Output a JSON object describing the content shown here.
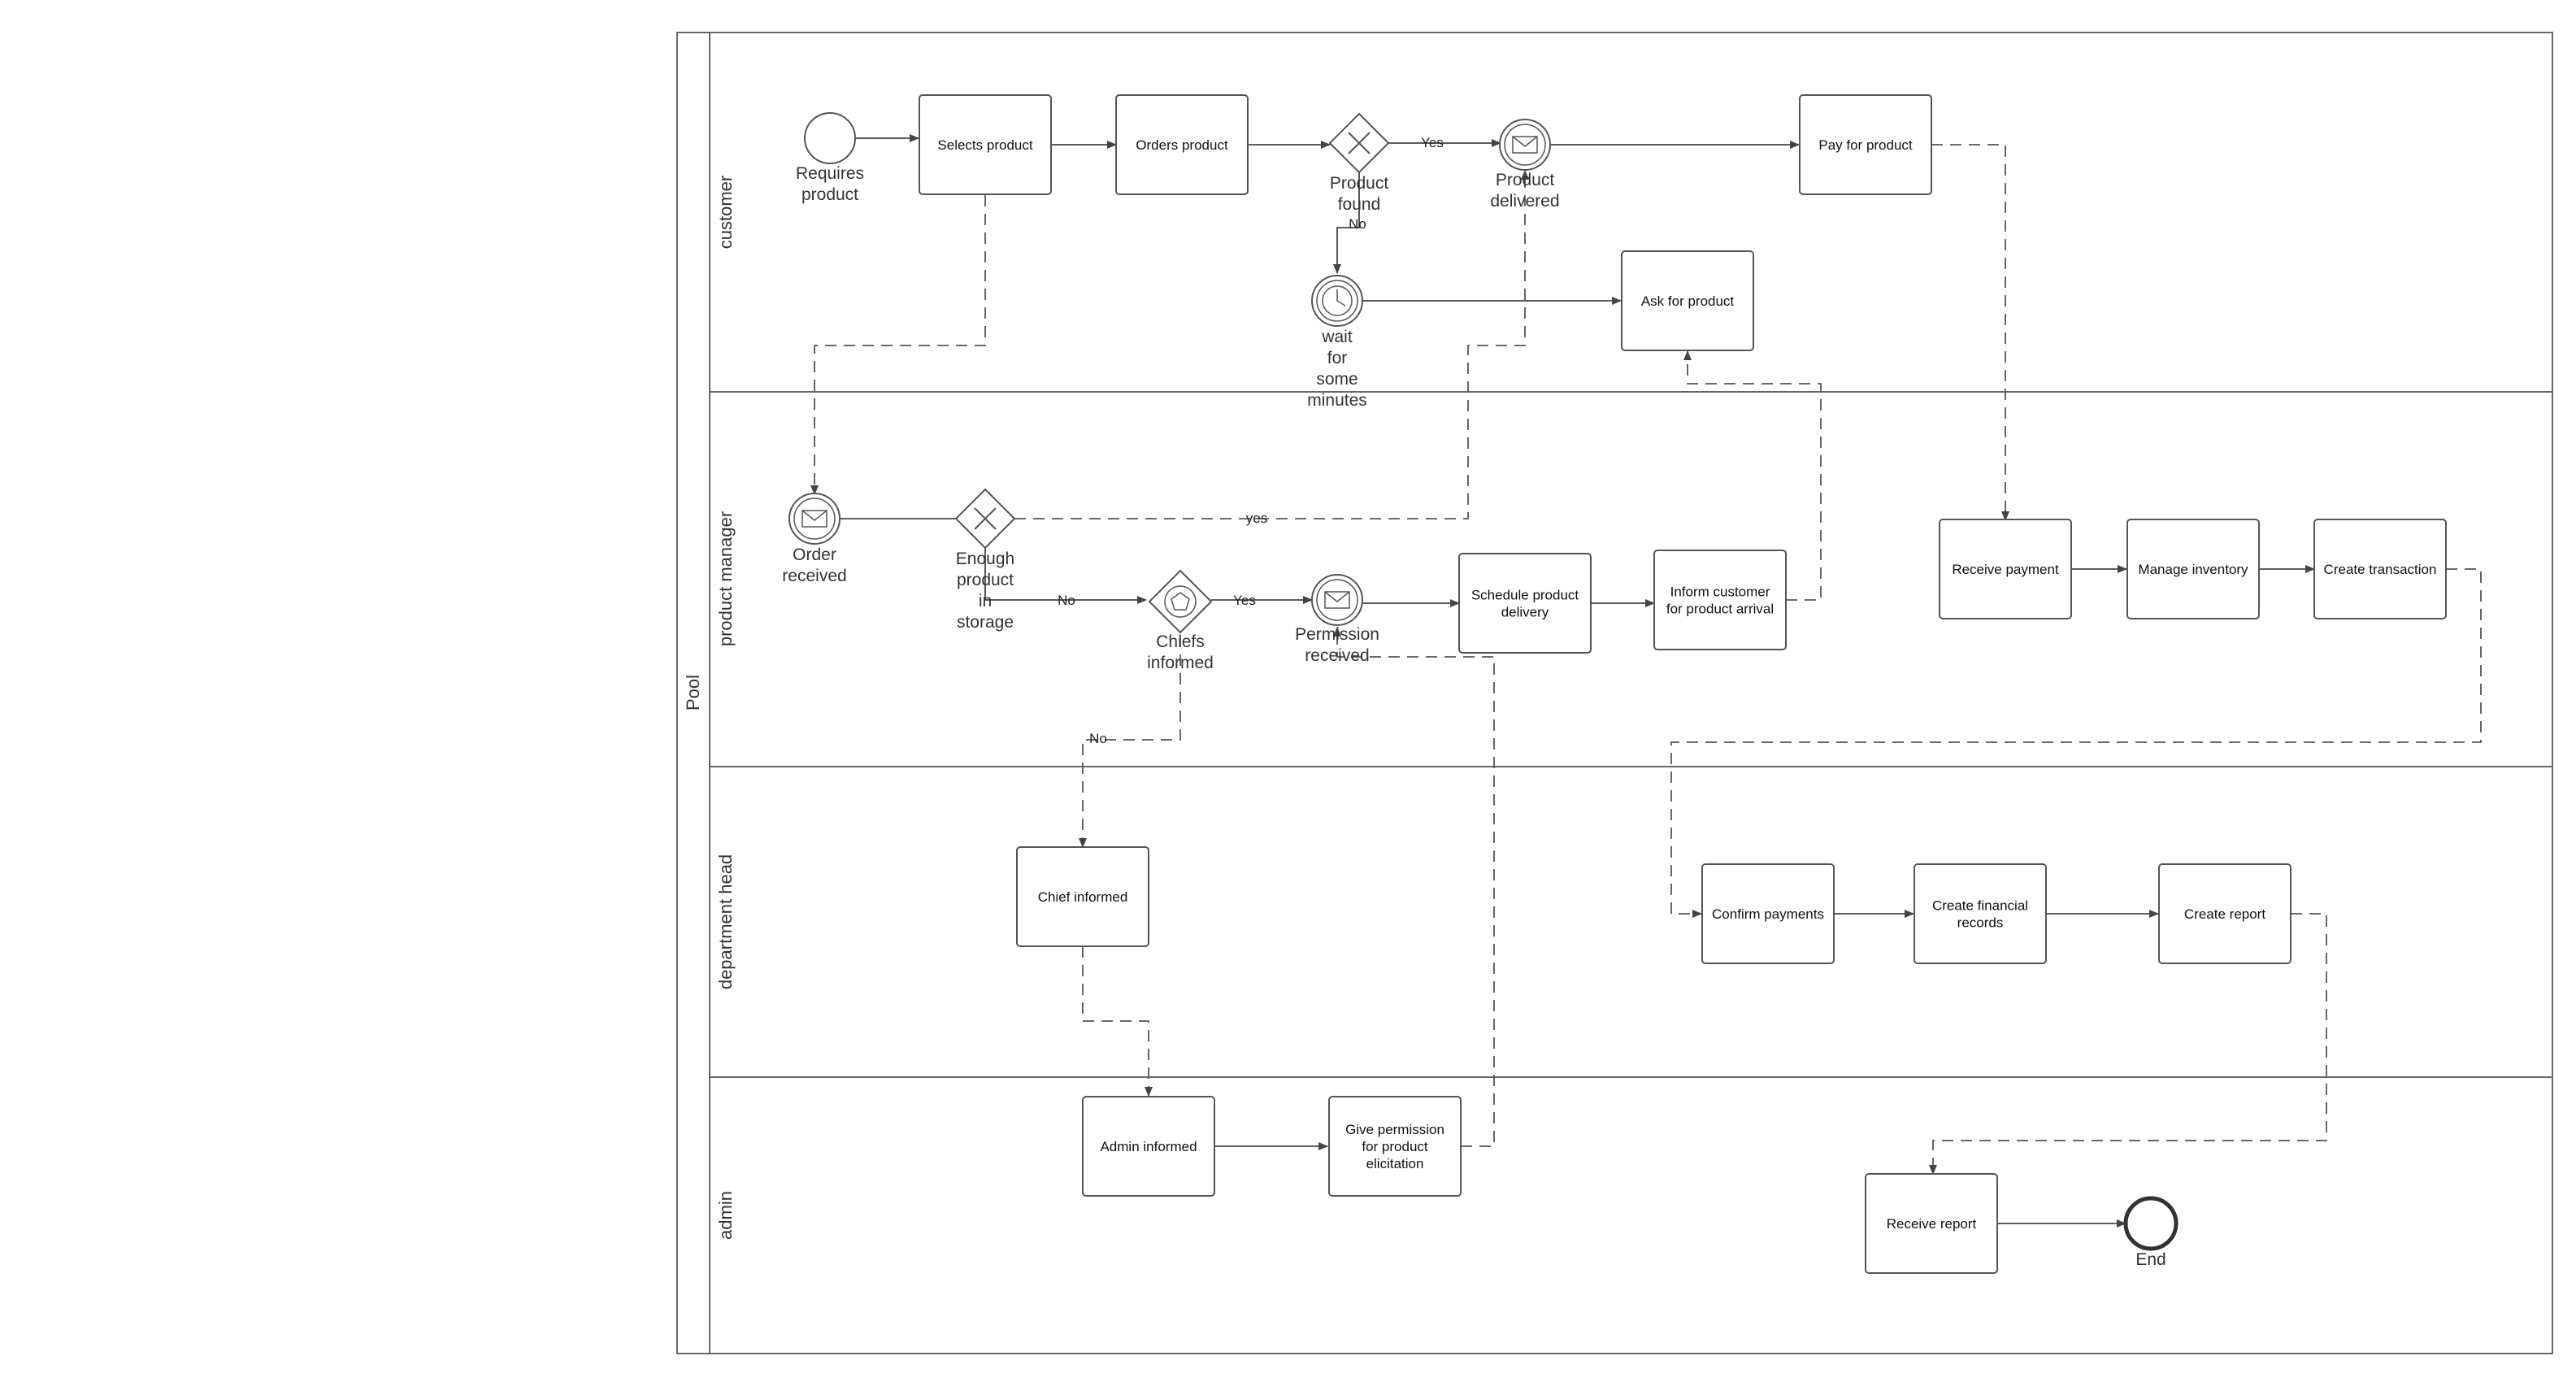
{
  "pool": {
    "name": "Pool"
  },
  "lanes": [
    {
      "id": "customer",
      "name": "customer"
    },
    {
      "id": "product-manager",
      "name": "product manager"
    },
    {
      "id": "department-head",
      "name": "department head"
    },
    {
      "id": "admin",
      "name": "admin"
    }
  ],
  "tasks": {
    "selects_product": [
      "Selects product"
    ],
    "orders_product": [
      "Orders product"
    ],
    "pay_for_product": [
      "Pay for product"
    ],
    "ask_for_product": [
      "Ask for product"
    ],
    "schedule_delivery": [
      "Schedule product",
      "delivery"
    ],
    "inform_customer": [
      "Inform customer",
      "for product arrival"
    ],
    "receive_payment": [
      "Receive payment"
    ],
    "manage_inventory": [
      "Manage inventory"
    ],
    "create_transaction": [
      "Create transaction"
    ],
    "chief_informed": [
      "Chief informed"
    ],
    "confirm_payments": [
      "Confirm payments"
    ],
    "create_financial_records": [
      "Create financial",
      "records"
    ],
    "create_report": [
      "Create report"
    ],
    "admin_informed": [
      "Admin informed"
    ],
    "give_permission": [
      "Give permission",
      "for product",
      "elicitation"
    ],
    "receive_report": [
      "Receive report"
    ]
  },
  "events": {
    "requires_product": [
      "Requires",
      "product"
    ],
    "product_delivered": [
      "Product",
      "delivered"
    ],
    "wait": [
      "wait",
      "for",
      "some",
      "minutes"
    ],
    "order_received": [
      "Order",
      "received"
    ],
    "permission_received": [
      "Permission",
      "received"
    ],
    "end": [
      "End"
    ]
  },
  "gateways": {
    "product_found": [
      "Product",
      "found"
    ],
    "enough_product": [
      "Enough",
      "product",
      "in",
      "storage"
    ],
    "chiefs_informed": [
      "Chiefs",
      "informed"
    ]
  },
  "flow_labels": {
    "product_found_yes": "Yes",
    "product_found_no": "No",
    "enough_yes": "yes",
    "enough_no": "No",
    "chiefs_yes": "Yes",
    "chiefs_no": "No"
  },
  "colors": {
    "stroke": "#555555",
    "fill": "#ffffff",
    "text": "#111111"
  }
}
